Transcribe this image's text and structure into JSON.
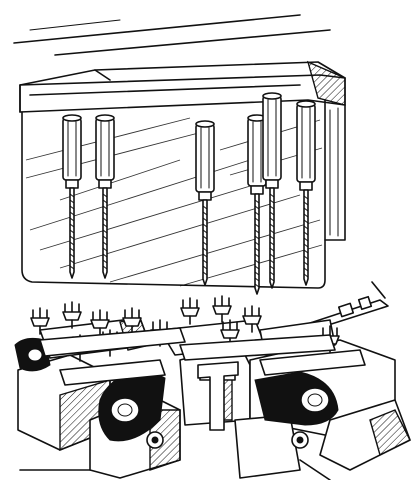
{
  "illustration": {
    "style": "black-and-white line drawing",
    "subject": "drill-head-over-fixture",
    "colors": {
      "ink": "#111111",
      "paper": "#ffffff"
    },
    "spindle_count": 6,
    "fixture_clamp_count": 12
  }
}
